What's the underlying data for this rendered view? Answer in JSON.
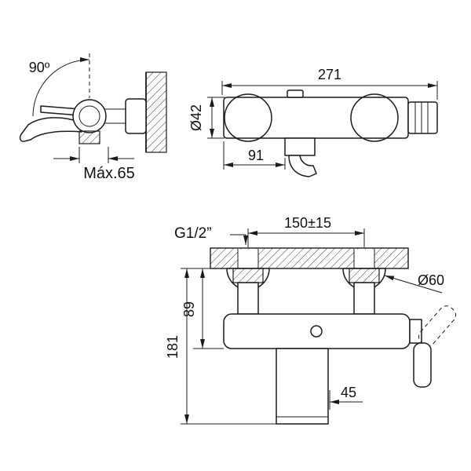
{
  "background": "#ffffff",
  "ink": "#1c1c1c",
  "views": {
    "side": {
      "labels": {
        "swing_angle": "90º",
        "max_wall_depth": "Máx.65"
      }
    },
    "front": {
      "labels": {
        "overall_width": "271",
        "body_diameter": "Ø42",
        "spout_offset": "91"
      }
    },
    "installation": {
      "labels": {
        "thread": "G1/2”",
        "inlet_spacing": "150±15",
        "escutcheon_diameter": "Ø60",
        "body_drop": "89",
        "total_drop": "181",
        "spout_width": "45"
      }
    }
  }
}
